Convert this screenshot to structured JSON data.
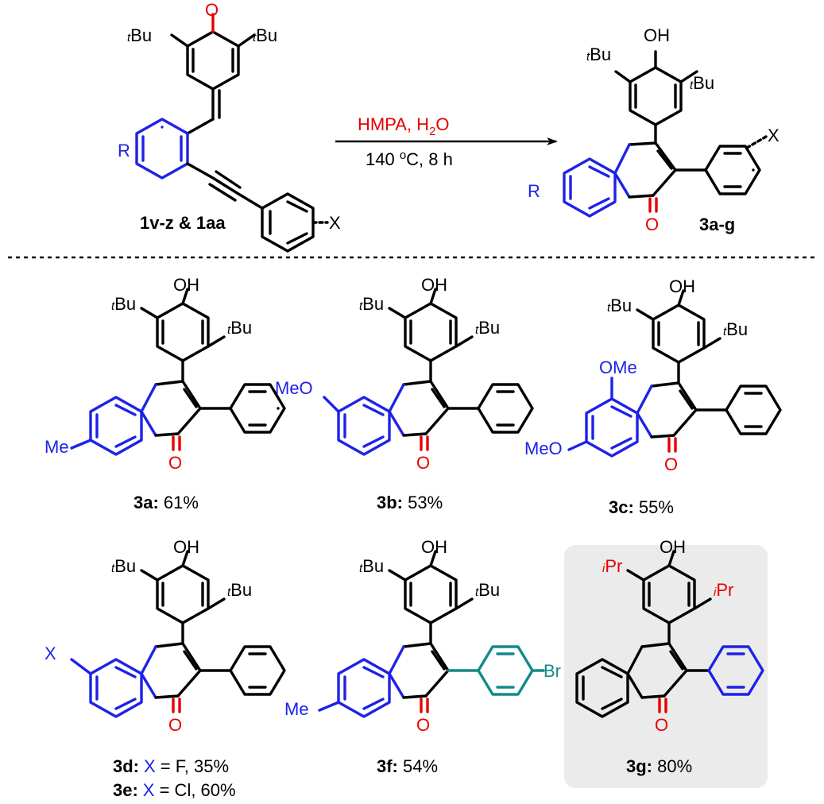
{
  "reaction": {
    "reagent_main": "HMPA, H",
    "reagent_sub": "2",
    "reagent_tail": "O",
    "conditions_a": "140 ",
    "conditions_deg": "o",
    "conditions_b": "C, 8 h",
    "sm_label": "1v-z & 1aa",
    "product_label": "3a-g"
  },
  "atoms": {
    "O": "O",
    "OH": "OH",
    "tBu_sup": "t",
    "tBu": "Bu",
    "iPr_sup": "i",
    "iPr": "Pr",
    "R": "R",
    "X": "X",
    "Me": "Me",
    "MeO": "MeO",
    "OMe": "OMe",
    "Br": "Br"
  },
  "products": [
    {
      "id": "3a",
      "label": "3a:",
      "yield": " 61%"
    },
    {
      "id": "3b",
      "label": "3b:",
      "yield": " 53%"
    },
    {
      "id": "3c",
      "label": "3c:",
      "yield": " 55%"
    },
    {
      "id": "3d",
      "label": "3d:",
      "x_sym": "X",
      "yield": " = F, 35%"
    },
    {
      "id": "3e",
      "label": "3e:",
      "x_sym": "X",
      "yield": " = Cl, 60%"
    },
    {
      "id": "3f",
      "label": "3f:",
      "yield": " 54%"
    },
    {
      "id": "3g",
      "label": "3g:",
      "yield": " 80%"
    }
  ],
  "colors": {
    "core_blue": "#1d22e8",
    "oxygen_red": "#e60000",
    "aryl_teal": "#138a8a",
    "highlight_box": "#ebebeb"
  }
}
